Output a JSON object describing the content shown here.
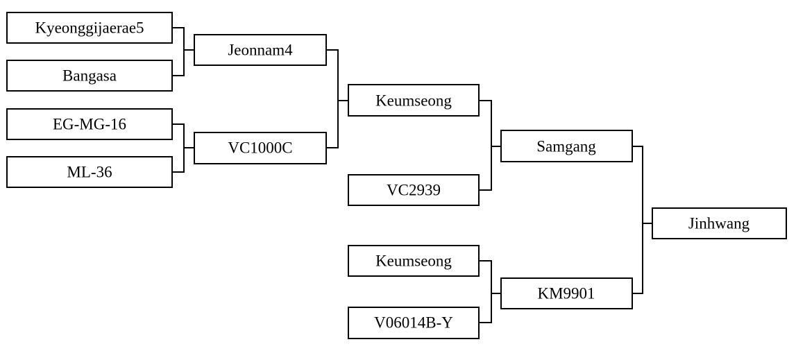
{
  "nodes": {
    "kyeonggijaerae5": "Kyeonggijaerae5",
    "bangasa": "Bangasa",
    "eg_mg_16": "EG-MG-16",
    "ml_36": "ML-36",
    "jeonnam4": "Jeonnam4",
    "vc1000c": "VC1000C",
    "keumseong_upper": "Keumseong",
    "vc2939": "VC2939",
    "keumseong_lower": "Keumseong",
    "v06014b_y": "V06014B-Y",
    "samgang": "Samgang",
    "km9901": "KM9901",
    "jinhwang": "Jinhwang"
  },
  "crosses": [
    {
      "parents": [
        "kyeonggijaerae5",
        "bangasa"
      ],
      "child": "jeonnam4"
    },
    {
      "parents": [
        "eg_mg_16",
        "ml_36"
      ],
      "child": "vc1000c"
    },
    {
      "parents": [
        "jeonnam4",
        "vc1000c"
      ],
      "child": "keumseong_upper"
    },
    {
      "parents": [
        "keumseong_upper",
        "vc2939"
      ],
      "child": "samgang"
    },
    {
      "parents": [
        "keumseong_lower",
        "v06014b_y"
      ],
      "child": "km9901"
    },
    {
      "parents": [
        "samgang",
        "km9901"
      ],
      "child": "jinhwang"
    }
  ]
}
